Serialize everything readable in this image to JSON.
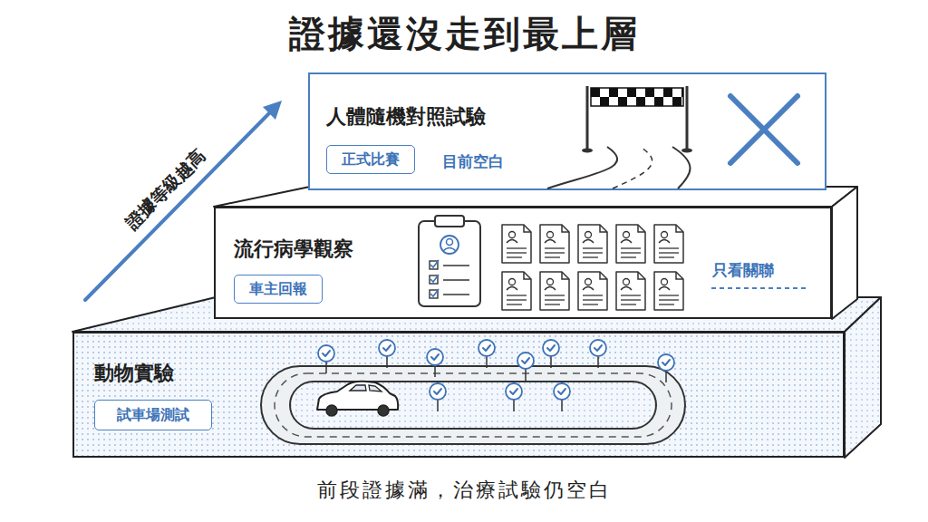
{
  "diagram": {
    "title": "證據還沒走到最上層",
    "caption": "前段證據滿，治療試驗仍空白",
    "nodes": [
      {
        "text": [
          "人體隨機對照試驗",
          "目前空白"
        ]
      },
      {
        "text": [
          "正式比賽"
        ],
        "in": 0
      },
      {
        "text": [
          "流行病學觀察",
          "只看關聯"
        ]
      },
      {
        "text": [
          "車主回報"
        ],
        "in": 2
      },
      {
        "text": [
          "動物實驗"
        ]
      },
      {
        "text": [
          "試車場測試"
        ],
        "in": 4
      }
    ],
    "labels": [
      "證據等級越高"
    ]
  }
}
